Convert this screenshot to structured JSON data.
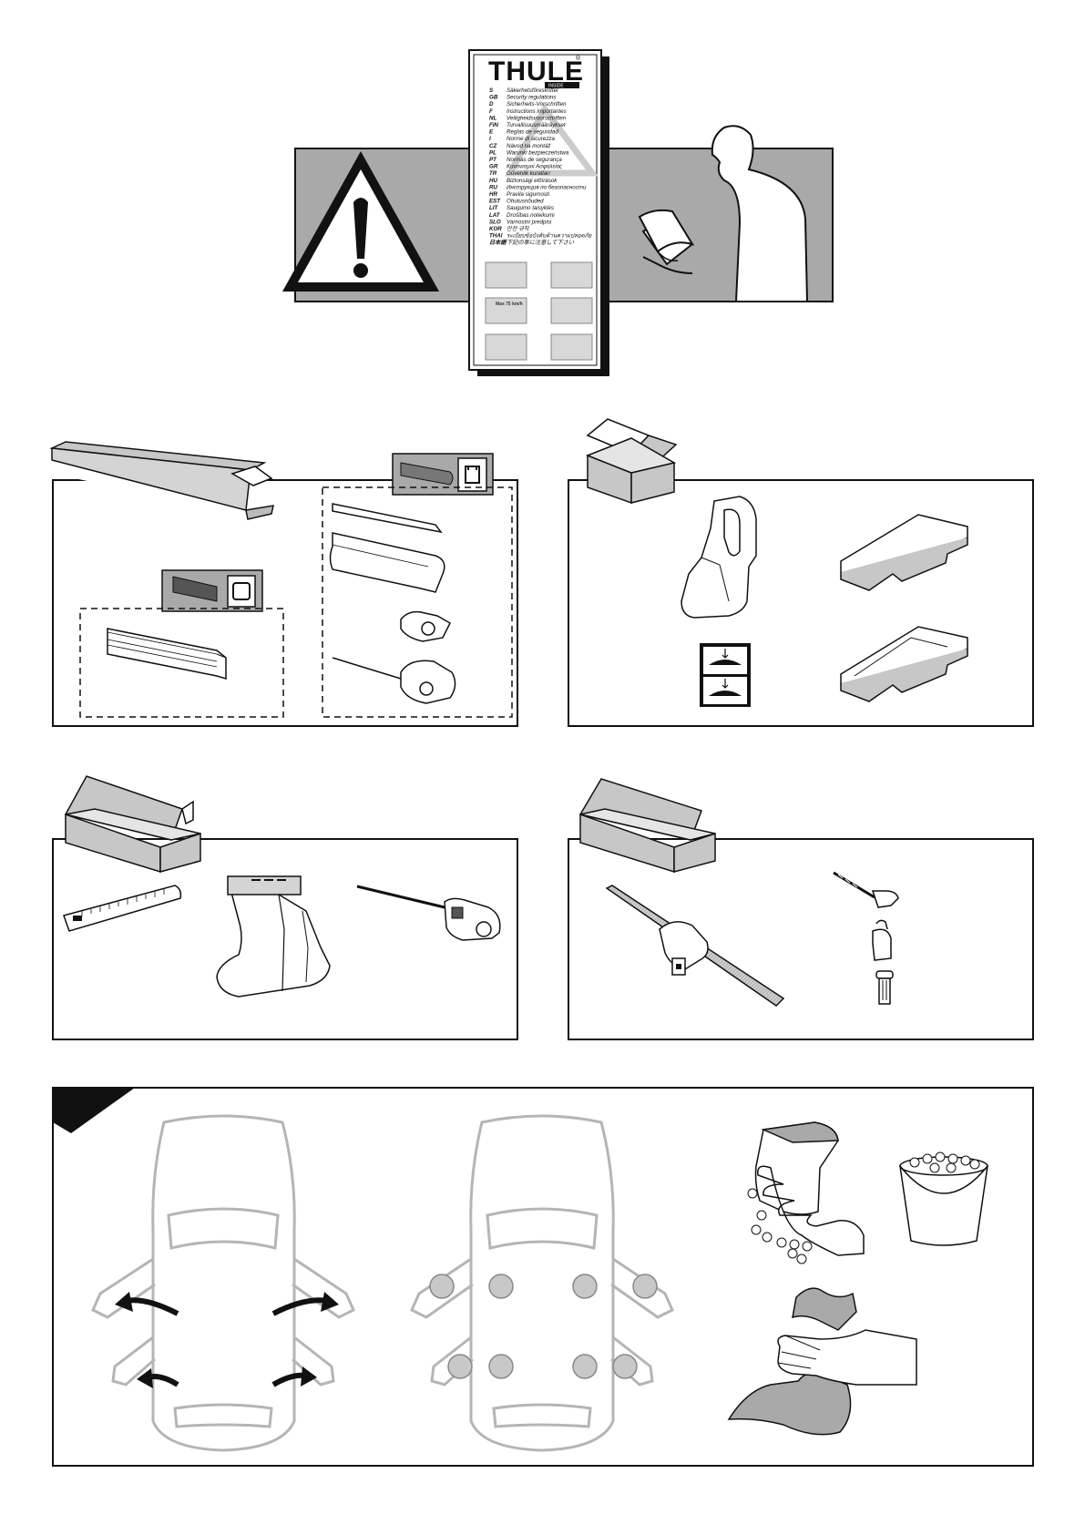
{
  "brand": {
    "name": "THULE",
    "registered": "®",
    "subtitle": "INSIDE"
  },
  "languages": [
    {
      "code": "S",
      "text": "Säkerhetsföreskrifter"
    },
    {
      "code": "GB",
      "text": "Security regulations"
    },
    {
      "code": "D",
      "text": "Sicherheits-Vorschriften"
    },
    {
      "code": "F",
      "text": "Instructions importantes"
    },
    {
      "code": "NL",
      "text": "Veiligheidsvoorschriften"
    },
    {
      "code": "FIN",
      "text": "Turvallisuusmääräykset"
    },
    {
      "code": "E",
      "text": "Reglas de seguridad"
    },
    {
      "code": "I",
      "text": "Norme di sicurezza"
    },
    {
      "code": "CZ",
      "text": "Návod na montáž"
    },
    {
      "code": "PL",
      "text": "Warunki bezpieczeństwa"
    },
    {
      "code": "PT",
      "text": "Normas de segurança"
    },
    {
      "code": "GR",
      "text": "Κανονισμοί Ασφαλείας"
    },
    {
      "code": "TR",
      "text": "Güvenlik kuralları"
    },
    {
      "code": "HU",
      "text": "Biztonsági előírások"
    },
    {
      "code": "RU",
      "text": "Инструкция по безопасности"
    },
    {
      "code": "HR",
      "text": "Pravila sigurnosti"
    },
    {
      "code": "EST",
      "text": "Ohutusnõuded"
    },
    {
      "code": "LIT",
      "text": "Saugumo taisyklės"
    },
    {
      "code": "LAT",
      "text": "Drošības noteikumi"
    },
    {
      "code": "SLO",
      "text": "Varnostni predpisi"
    },
    {
      "code": "KOR",
      "text": "안전 규칙"
    },
    {
      "code": "THAI",
      "text": "ระเบียบข้อบังคับด้านความปลอดภัย"
    },
    {
      "code": "日本語",
      "text": "下記の事に注意して下さい"
    }
  ],
  "booklet_mini_label": "Max 75 km/h",
  "colors": {
    "panel_gray": "#a9a9a9",
    "box_gray": "#c7c7c7",
    "part_gray": "#cfcfcf",
    "outline": "#111111",
    "car_outline": "#b5b5b5",
    "pad_circle": "#c8c8c8"
  },
  "icons": [
    "warning-triangle-icon",
    "person-reading-manual-icon",
    "wing-profile-bar-icon",
    "square-profile-bar-icon",
    "parts-box-icon",
    "foot-pad-icon",
    "pictogram-sticker-icon",
    "measuring-tape-icon",
    "foot-icon",
    "tool-icon",
    "fit-kit-bar-icon",
    "bolt-icon",
    "clamp-icon",
    "cap-icon",
    "car-open-doors-icon",
    "car-contact-points-icon",
    "clean-with-soap-icon",
    "water-bucket-icon",
    "dry-with-cloth-icon"
  ]
}
